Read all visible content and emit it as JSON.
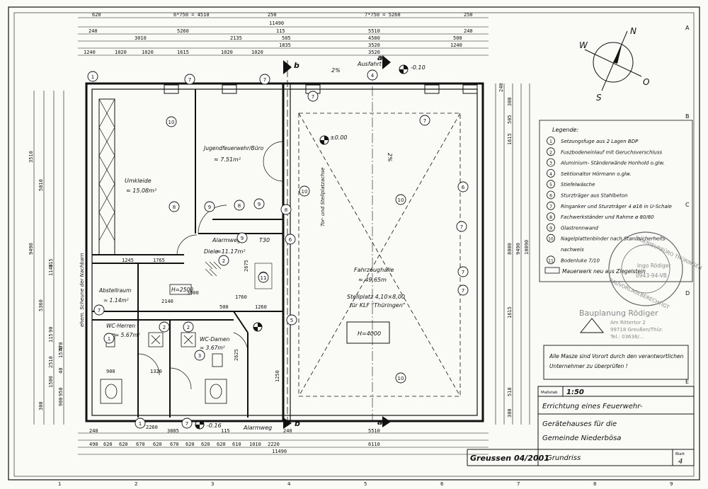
{
  "frame": {
    "top_letters": [
      "A",
      "B",
      "C",
      "D",
      "E"
    ],
    "bottom_numbers": [
      "1",
      "2",
      "3",
      "4",
      "5",
      "6",
      "7",
      "8",
      "9"
    ]
  },
  "dims_top": {
    "row1": [
      "620",
      "6*750 = 4510",
      "250",
      "7*750 = 5260",
      "250"
    ],
    "row2": [
      "11490"
    ],
    "row3": [
      "240",
      "5260",
      "115",
      "5510",
      "240"
    ],
    "row4": [
      "3010",
      "2135",
      "505",
      "4500",
      "500"
    ],
    "row5": [
      "1240",
      "1020",
      "1020",
      "1615",
      "1020",
      "1020",
      "1835",
      "3520",
      "1240"
    ],
    "row6": [
      "3520"
    ]
  },
  "dims_bottom": {
    "row1": [
      "240",
      "3885",
      "115",
      "5510",
      "240"
    ],
    "row2": [
      "490",
      "620",
      "620",
      "670",
      "620",
      "670",
      "620",
      "620",
      "620",
      "610",
      "1010",
      "2220",
      "6110"
    ],
    "row3": [
      "11490"
    ]
  },
  "dims_left": [
    "3510",
    "5010",
    "9490",
    "5360",
    "1140",
    "115",
    "90",
    "115",
    "2510",
    "1500",
    "950",
    "900",
    "40",
    "1570",
    "470",
    "300"
  ],
  "dims_right": [
    "240",
    "300",
    "505",
    "1615",
    "8000",
    "9490",
    "10090",
    "1615",
    "510",
    "300"
  ],
  "north": {
    "n": "N",
    "w": "W",
    "s": "S",
    "o": "O"
  },
  "rooms": {
    "umkleide": {
      "name": "Umkleide",
      "area": "≈ 15.08m²"
    },
    "jugend": {
      "name": "Jugendfeuerwehr/Büro",
      "area": "≈ 7.51m²"
    },
    "diele": {
      "name": "Diele",
      "area": "≈11.17m²"
    },
    "abstell": {
      "name": "Abstellraum",
      "area": "≈ 1.14m²"
    },
    "wc_h": {
      "name": "WC-Herren",
      "area": "≈ 5.67m²"
    },
    "wc_d": {
      "name": "WC-Damen",
      "area": "≈ 3.67m²"
    },
    "fahrzeug": {
      "name": "Fahrzeughalle",
      "area": "≈ 49.65m"
    },
    "stellplatz": {
      "line1": "Stellplatz 4,10×8,00",
      "line2": "für KLF \"Thüringen\""
    },
    "h4000": "H=4000",
    "h2500": "H=2500"
  },
  "labels": {
    "alarmweg": "Alarmweg",
    "alarmweg2": "Alarmweg",
    "ausfahrt": "Ausfahrt",
    "t30": "T30",
    "lev_0": "±0.00",
    "lev_m010": "-0.10",
    "lev_m016": "-0.16",
    "pct2a": "2%",
    "pct2b": "2%",
    "tor_axis": "Tor- und Stellplatzachse",
    "nachbar": "ehem. Scheune der Nachbarn",
    "sec_a": "a",
    "sec_b": "b",
    "sec_a2": "a",
    "sec_b2": "b",
    "dim_900": "900",
    "dim_1320": "1320",
    "dim_2260": "2260",
    "dim_3900": "3900",
    "dim_2140": "2140",
    "dim_1245": "1245",
    "dim_1765": "1765",
    "dim_1760": "1760",
    "dim_1260": "1260",
    "dim_500": "500",
    "dim_2675": "2675",
    "dim_2625": "2625",
    "dim_1250": "1250"
  },
  "legend": {
    "title": "Legende:",
    "items": [
      {
        "n": "1",
        "t": "Setzungsfuge aus 2 Lagen BDP"
      },
      {
        "n": "2",
        "t": "Fuszbodeneinlauf mit Geruchsverschluss"
      },
      {
        "n": "3",
        "t": "Aluminium- Ständerwände Honhold o.glw."
      },
      {
        "n": "4",
        "t": "Sektionaltor Hörmann o.glw."
      },
      {
        "n": "5",
        "t": "Stiefelwäsche"
      },
      {
        "n": "6",
        "t": "Sturzträger aus Stahlbeton"
      },
      {
        "n": "7",
        "t": "Ringanker und Sturzträger 4 ø16 in U-Schale"
      },
      {
        "n": "8",
        "t": "Fachwerkständer und Rahme ø 80/80"
      },
      {
        "n": "9",
        "t": "Glastrennwand"
      },
      {
        "n": "10",
        "t": "Nagelplattenbinder nach Standsicherheits-"
      },
      {
        "n": "",
        "t": "nachweis"
      },
      {
        "n": "11",
        "t": "Bodenluke 7/10"
      }
    ],
    "mauerwerk": "Mauerwerk neu aus Ziegelstein"
  },
  "stamp": {
    "ring": "INGENIEURBÜRO THÜRINGEN",
    "name": "Ingo Rödiger",
    "nr": "0943-94-VB",
    "ring2": "BAUVORLAGEBERECHTIGT"
  },
  "firm": {
    "name": "Bauplanung Rödiger",
    "l1": "Am Rittertor 2",
    "l2": "99718 Greußen/Thür.",
    "l3": "Tel.: 03636/..."
  },
  "note": {
    "l1": "Alle Masze sind Vorort durch den verantwortlichen",
    "l2": "Unternehmer zu überprüfen !"
  },
  "titleblock": {
    "massstab_label": "Maßstab",
    "massstab": "1:50",
    "t1": "Errichtung eines Feuerwehr-",
    "t2": "Gerätehauses für die",
    "t3": "Gemeinde Niederbösa",
    "t4": "Grundriss",
    "blatt_label": "Blatt",
    "blatt": "4",
    "place": "Greussen 04/2001"
  },
  "callouts": [
    "1",
    "7",
    "7",
    "7",
    "7",
    "10",
    "10",
    "10",
    "10",
    "8",
    "8",
    "8",
    "9",
    "9",
    "9",
    "6",
    "6",
    "7",
    "7",
    "7",
    "2",
    "2",
    "2",
    "11",
    "5",
    "1",
    "1",
    "3",
    "4",
    "7",
    "7"
  ]
}
